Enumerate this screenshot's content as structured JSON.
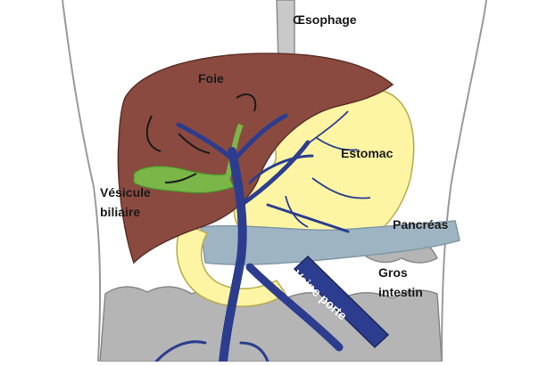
{
  "labels": {
    "oesophage": "Œsophage",
    "foie": "Foie",
    "estomac": "Estomac",
    "vesicule_line1": "Vésicule",
    "vesicule_line2": "biliaire",
    "pancreas": "Pancréas",
    "gros_line1": "Gros",
    "gros_line2": "intestin",
    "veine_porte": "Veine porte"
  },
  "colors": {
    "liver": "#8b4a3f",
    "stomach": "#fdf5a3",
    "gallbladder": "#7ab648",
    "pancreas": "#9fb4c2",
    "intestine": "#b5b5b5",
    "portal_vein": "#2c3d8f",
    "esophagus": "#c9c9c9",
    "body_outline": "#9a9a9a"
  }
}
